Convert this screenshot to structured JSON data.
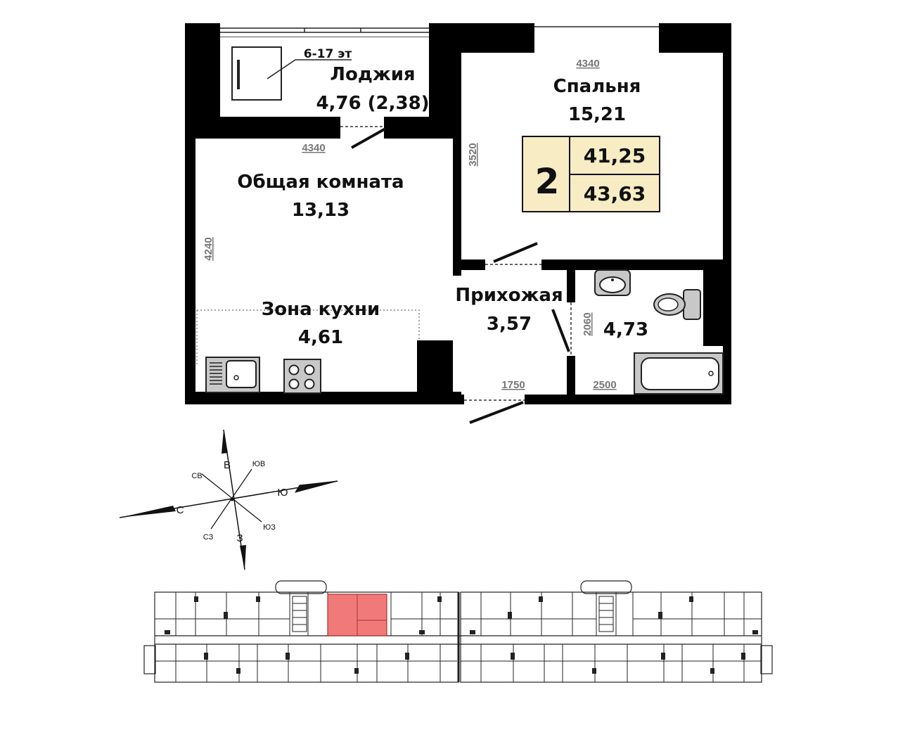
{
  "floor_note": "6-17 эт",
  "rooms": {
    "loggia": {
      "name": "Лоджия",
      "area": "4,76 (2,38)"
    },
    "bedroom": {
      "name": "Спальня",
      "area": "15,21"
    },
    "living": {
      "name": "Общая комната",
      "area": "13,13"
    },
    "kitchen": {
      "name": "Зона кухни",
      "area": "4,61"
    },
    "hall": {
      "name": "Прихожая",
      "area": "3,57"
    },
    "bath": {
      "area": "4,73"
    }
  },
  "summary": {
    "rooms_count": "2",
    "living_area": "41,25",
    "total_area": "43,63",
    "accent_color": "#f8ecc4"
  },
  "dimensions": {
    "loggia_width": "4340",
    "bedroom_width": "4340",
    "bedroom_depth": "3520",
    "living_depth": "4240",
    "hall_width": "1750",
    "bath_depth": "2060",
    "bath_width": "2500"
  },
  "compass": {
    "n": "С",
    "s": "Ю",
    "e": "В",
    "w": "З",
    "ne": "СВ",
    "se": "ЮВ",
    "nw": "СЗ",
    "sw": "ЮЗ"
  },
  "key_plan": {
    "highlight_color": "#f07a7a"
  }
}
